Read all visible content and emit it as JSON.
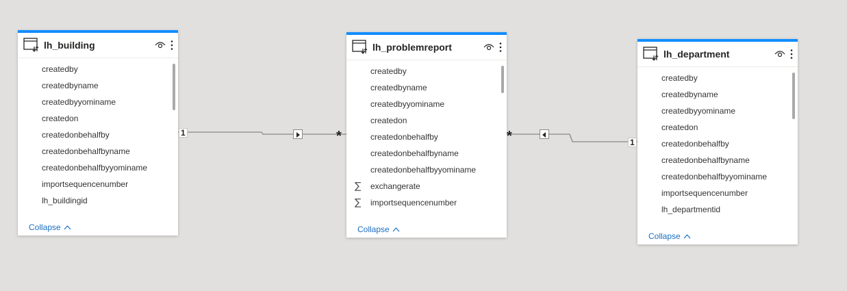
{
  "tables": {
    "building": {
      "title": "lh_building",
      "fields": [
        "createdby",
        "createdbyname",
        "createdbyyominame",
        "createdon",
        "createdonbehalfby",
        "createdonbehalfbyname",
        "createdonbehalfbyyominame",
        "importsequencenumber",
        "lh_buildingid"
      ],
      "collapse_label": "Collapse"
    },
    "problemreport": {
      "title": "lh_problemreport",
      "fields": [
        "createdby",
        "createdbyname",
        "createdbyyominame",
        "createdon",
        "createdonbehalfby",
        "createdonbehalfbyname",
        "createdonbehalfbyyominame",
        "exchangerate",
        "importsequencenumber"
      ],
      "sigma_fields": [
        "exchangerate",
        "importsequencenumber"
      ],
      "collapse_label": "Collapse"
    },
    "department": {
      "title": "lh_department",
      "fields": [
        "createdby",
        "createdbyname",
        "createdbyyominame",
        "createdon",
        "createdonbehalfby",
        "createdonbehalfbyname",
        "createdonbehalfbyyominame",
        "importsequencenumber",
        "lh_departmentid"
      ],
      "collapse_label": "Collapse"
    }
  },
  "relationships": [
    {
      "from_label": "1",
      "to_label": "*",
      "direction": "right"
    },
    {
      "from_label": "1",
      "to_label": "*",
      "direction": "left"
    }
  ],
  "colors": {
    "accent": "#118dff",
    "link": "#1a6ec1",
    "canvas": "#e1e0de"
  },
  "icons": [
    "table-icon",
    "eye-icon",
    "more-options-icon",
    "chevron-up-icon",
    "sigma-icon",
    "arrow-right-icon",
    "arrow-left-icon"
  ]
}
